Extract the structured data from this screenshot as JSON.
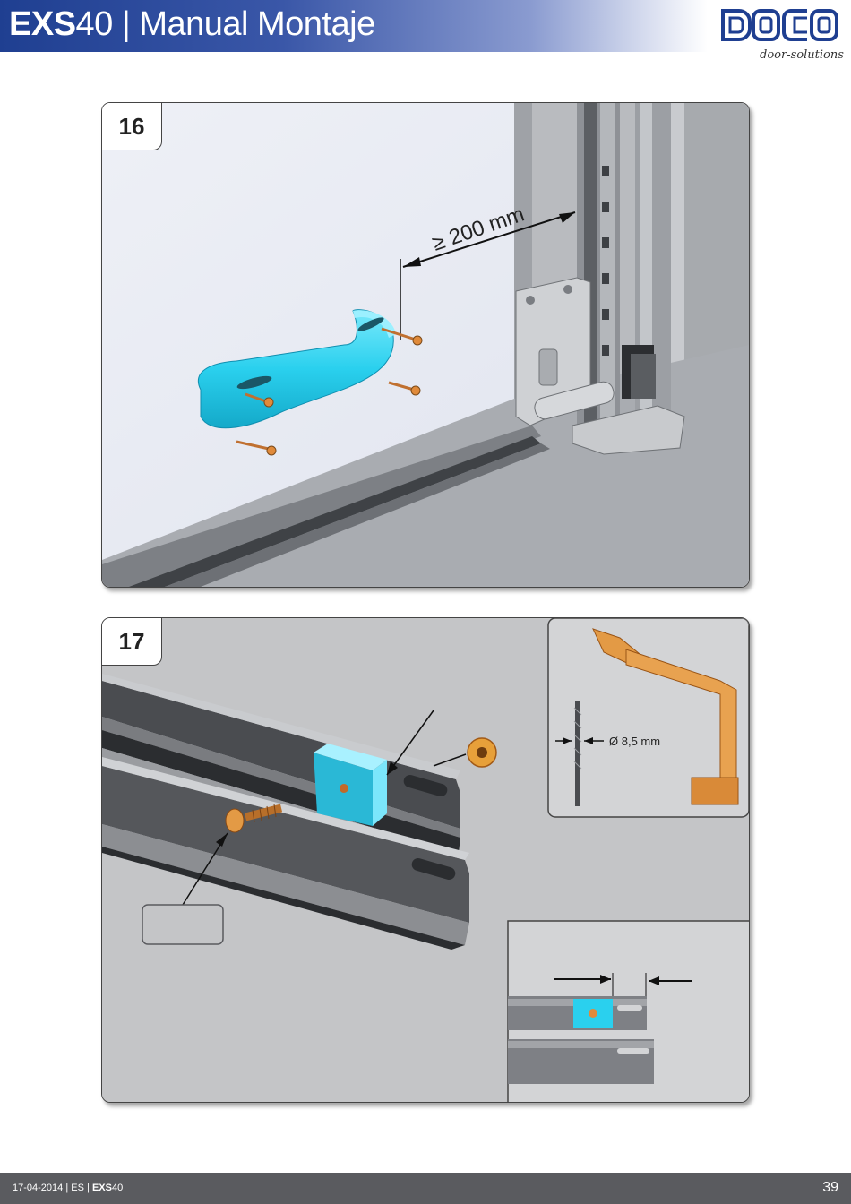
{
  "header": {
    "title_bold": "EXS",
    "title_model_number": "40",
    "title_separator": " | ",
    "title_rest": "Manual Montaje"
  },
  "logo": {
    "wordmark": "DOCO",
    "tagline": "door-solutions"
  },
  "step16": {
    "number": "16",
    "dimension": "≥ 200 mm"
  },
  "step17": {
    "number": "17",
    "drill_label": "Ø 8,5 mm"
  },
  "footer": {
    "date": "17-04-2014",
    "sep1": " | ",
    "lang": "ES",
    "sep2": " | ",
    "model_bold": "EXS",
    "model_num": "40",
    "page": "39"
  },
  "colors": {
    "header_blue": "#1f3f91",
    "handle_cyan": "#2ad0ee",
    "screw_orange": "#e08a3a",
    "footer_gray": "#5a5b5f"
  }
}
